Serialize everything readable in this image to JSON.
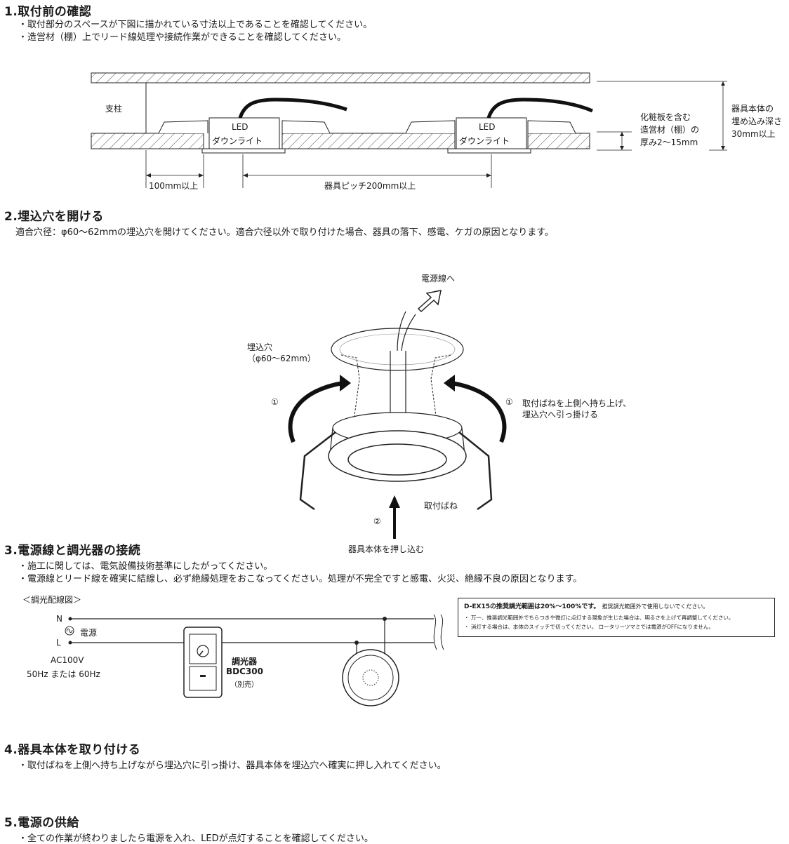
{
  "s1": {
    "title": "1.取付前の確認",
    "b1": "・取付部分のスペースが下図に描かれている寸法以上であることを確認してください。",
    "b2": "・造営材（棚）上でリード線処理や接続作業ができることを確認してください。",
    "support": "支柱",
    "led": "LED",
    "downlight": "ダウンライト",
    "dim_100": "100mm以上",
    "dim_pitch": "器具ピッチ200mm以上",
    "thick_1": "化粧板を含む",
    "thick_2": "造営材（棚）の",
    "thick_3": "厚み2～15mm",
    "depth_1": "器具本体の",
    "depth_2": "埋め込み深さ",
    "depth_3": "30mm以上"
  },
  "s2": {
    "title": "2.埋込穴を開ける",
    "b1": "適合穴径：φ60～62mmの埋込穴を開けてください。適合穴径以外で取り付けた場合、器具の落下、感電、ケガの原因となります。",
    "power_to": "電源線へ",
    "hole_1": "埋込穴",
    "hole_2": "（φ60～62mm）",
    "num1": "①",
    "num2": "②",
    "spring_1": "取付ばねを上側へ持ち上げ、",
    "spring_2": "埋込穴へ引っ掛ける",
    "spring": "取付ばね",
    "push": "器具本体を押し込む"
  },
  "s3": {
    "title": "3.電源線と調光器の接続",
    "b1": "・施工に関しては、電気設備技術基準にしたがってください。",
    "b2": "・電源線とリード線を確実に結線し、必ず絶縁処理をおこなってください。処理が不完全ですと感電、火災、絶縁不良の原因となります。",
    "wiring": "＜調光配線図＞",
    "n": "N",
    "l": "L",
    "power": "電源",
    "ac": "AC100V",
    "hz": "50Hz または 60Hz",
    "dimmer": "調光器",
    "model": "BDC300",
    "sold": "（別売）",
    "note_title": "D-EX15の推奨調光範囲は20%～100%です。",
    "note_title2": "推奨調光範囲外で使用しないでください。",
    "note_1": "・ 万一、推奨調光範囲外でちらつきや微灯に点灯する現象が生じた場合は、明るさを上げて再調整してください。",
    "note_2": "・ 消灯する場合は、本体のスイッチで切ってください。 ロータリーツマミでは電源がOFFになりません。"
  },
  "s4": {
    "title": "4.器具本体を取り付ける",
    "b1": "・取付ばねを上側へ持ち上げながら埋込穴に引っ掛け、器具本体を埋込穴へ確実に押し入れてください。"
  },
  "s5": {
    "title": "5.電源の供給",
    "b1": "・全ての作業が終わりましたら電源を入れ、LEDが点灯することを確認してください。"
  }
}
